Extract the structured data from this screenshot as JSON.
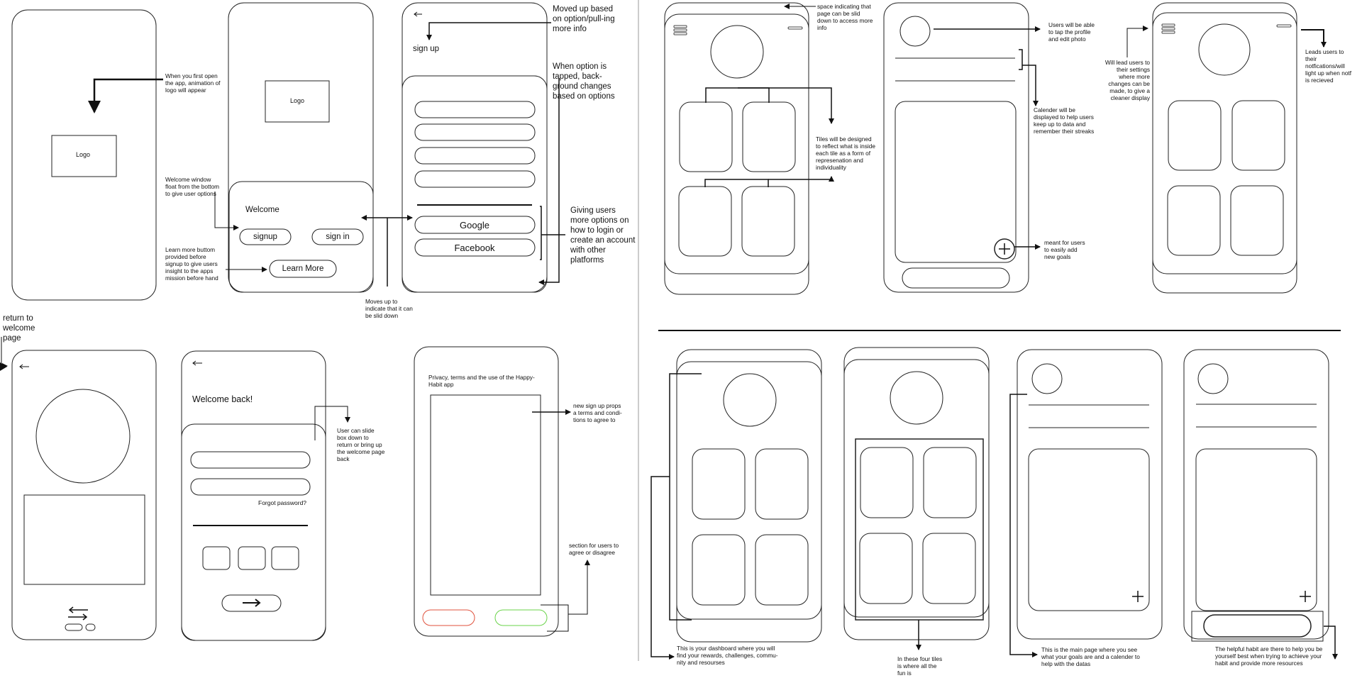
{
  "wireframe": {
    "colors": {
      "stroke": "#222222",
      "disagree": "#e0523e",
      "agree": "#6ad34a",
      "background": "#ffffff"
    },
    "icons": [
      "arrow-left-icon",
      "hamburger-menu-icon",
      "notification-bar-icon",
      "plus-icon",
      "arrow-right-icon",
      "swap-arrows-icon"
    ],
    "splash": {
      "logo": "Logo",
      "note": "When you first open the app, animation of logo will appear"
    },
    "welcome_screen": {
      "logo": "Logo",
      "title": "Welcome",
      "signup_label": "signup",
      "signin_label": "sign in",
      "learn_more_label": "Learn More",
      "note_window": "Welcome window float from the bottom to give user options",
      "note_learn_more": "Learn more buttom provided before signup to give users insight to the apps mission before hand",
      "note_moves_up": "Moves up to indicate that it can be slid down"
    },
    "signup_screen": {
      "title": "sign up",
      "google_label": "Google",
      "facebook_label": "Facebook",
      "note_moved_up": "Moved up based on option/pull-ing more info",
      "note_background": "When option is tapped, back-ground changes based on options",
      "note_platforms": "Giving users more options on how to login or create an account with other platforms"
    },
    "return_screen": {
      "note": "return to welcome page"
    },
    "login_screen": {
      "title": "Welcome back!",
      "forgot_label": "Forgot password?",
      "note_slide": "User can slide box down to return or bring up the welcome page back"
    },
    "terms_screen": {
      "title": "Privacy, terms and the use of the Happy-Habit app",
      "note_props": "new sign up props a terms and condi-tions to agree to",
      "note_agree": "section for users to agree or disagree"
    },
    "dashboard_screen": {
      "note_space": "space indicating that page can be slid down to access more info",
      "note_tiles": "Tiles will be designed to reflect what is inside each tile as a form of represenation and individuality"
    },
    "profile_screen": {
      "note_profile": "Users will be able to tap the profile and edit photo",
      "note_calendar": "Calender will be displayed to help users keep up to data and remember their streaks",
      "note_add": "meant for users to easily add new goals"
    },
    "settings_screen": {
      "note_settings": "Will lead users to their settings where more changes can be made, to give a cleaner display",
      "note_notifications": "Leads users to their notfications/will light up when notf is recieved"
    },
    "bottom_notes": {
      "dashboard": "This is your dashboard where you will find your rewards, challenges, commu-nity and resourses",
      "tiles": "In these four tiles is where all the fun is",
      "main_page": "This is the main page where you see what your goals are and a calender to help with the datas",
      "habit": "The helpful habit are there to help you be yourself best when trying to achieve your habit and provide more resources"
    }
  }
}
